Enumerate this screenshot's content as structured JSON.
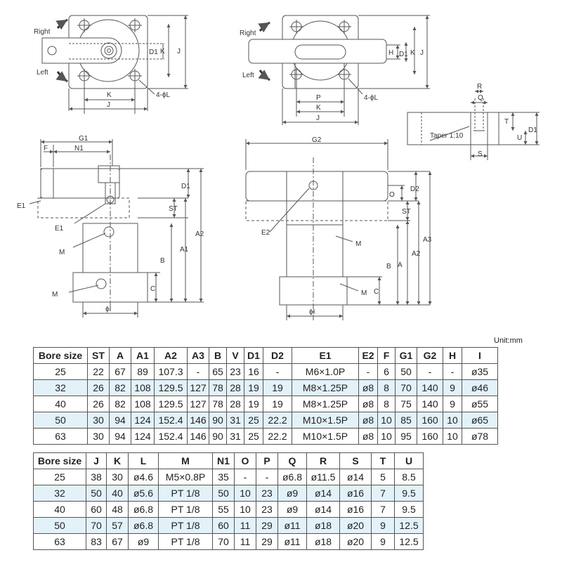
{
  "drawing": {
    "labels": {
      "right": "Right",
      "left": "Left",
      "d1": "D1",
      "k": "K",
      "j": "J",
      "h": "H",
      "p": "P",
      "four_phi_l": "4-ϕL",
      "r": "R",
      "q": "Q",
      "t": "T",
      "u": "U",
      "s": "S",
      "taper": "Taper 1:10",
      "g1": "G1",
      "f": "F",
      "n1": "N1",
      "e1": "E1",
      "m": "M",
      "st": "ST",
      "b": "B",
      "a1": "A1",
      "a2": "A2",
      "c": "C",
      "phi_i": "ϕI",
      "g2": "G2",
      "d2": "D2",
      "o": "O",
      "a": "A",
      "a3": "A3",
      "e2": "E2"
    }
  },
  "unit_label": "Unit:mm",
  "table1": {
    "headers": [
      "Bore size",
      "ST",
      "A",
      "A1",
      "A2",
      "A3",
      "B",
      "V",
      "D1",
      "D2",
      "E1",
      "E2",
      "F",
      "G1",
      "G2",
      "H",
      "I"
    ],
    "rows": [
      [
        "25",
        "22",
        "67",
        "89",
        "107.3",
        "-",
        "65",
        "23",
        "16",
        "-",
        "M6×1.0P",
        "-",
        "6",
        "50",
        "-",
        "-",
        "ø35"
      ],
      [
        "32",
        "26",
        "82",
        "108",
        "129.5",
        "127",
        "78",
        "28",
        "19",
        "19",
        "M8×1.25P",
        "ø8",
        "8",
        "70",
        "140",
        "9",
        "ø46"
      ],
      [
        "40",
        "26",
        "82",
        "108",
        "129.5",
        "127",
        "78",
        "28",
        "19",
        "19",
        "M8×1.25P",
        "ø8",
        "8",
        "75",
        "140",
        "9",
        "ø55"
      ],
      [
        "50",
        "30",
        "94",
        "124",
        "152.4",
        "146",
        "90",
        "31",
        "25",
        "22.2",
        "M10×1.5P",
        "ø8",
        "10",
        "85",
        "160",
        "10",
        "ø65"
      ],
      [
        "63",
        "30",
        "94",
        "124",
        "152.4",
        "146",
        "90",
        "31",
        "25",
        "22.2",
        "M10×1.5P",
        "ø8",
        "10",
        "95",
        "160",
        "10",
        "ø78"
      ]
    ]
  },
  "table2": {
    "headers": [
      "Bore size",
      "J",
      "K",
      "L",
      "M",
      "N1",
      "O",
      "P",
      "Q",
      "R",
      "S",
      "T",
      "U"
    ],
    "rows": [
      [
        "25",
        "38",
        "30",
        "ø4.6",
        "M5×0.8P",
        "35",
        "-",
        "-",
        "ø6.8",
        "ø11.5",
        "ø14",
        "5",
        "8.5"
      ],
      [
        "32",
        "50",
        "40",
        "ø5.6",
        "PT 1/8",
        "50",
        "10",
        "23",
        "ø9",
        "ø14",
        "ø16",
        "7",
        "9.5"
      ],
      [
        "40",
        "60",
        "48",
        "ø6.8",
        "PT 1/8",
        "55",
        "10",
        "23",
        "ø9",
        "ø14",
        "ø16",
        "7",
        "9.5"
      ],
      [
        "50",
        "70",
        "57",
        "ø6.8",
        "PT 1/8",
        "60",
        "11",
        "29",
        "ø11",
        "ø18",
        "ø20",
        "9",
        "12.5"
      ],
      [
        "63",
        "83",
        "67",
        "ø9",
        "PT 1/8",
        "70",
        "11",
        "29",
        "ø11",
        "ø18",
        "ø20",
        "9",
        "12.5"
      ]
    ]
  }
}
